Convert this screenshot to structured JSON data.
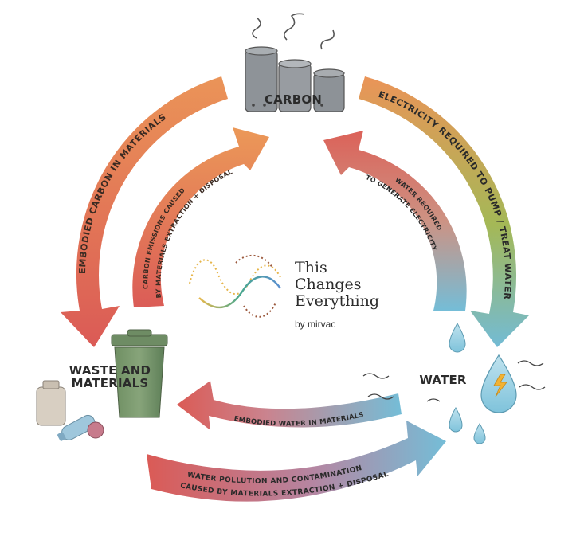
{
  "nodes": {
    "carbon": "CARBON",
    "water": "WATER",
    "waste_line1": "WASTE AND",
    "waste_line2": "MATERIALS"
  },
  "arrows": {
    "outer_left": "EMBODIED CARBON IN MATERIALS",
    "inner_left_line1": "CARBON EMISSIONS CAUSED",
    "inner_left_line2": "BY MATERIALS EXTRACTION + DISPOSAL",
    "outer_right": "ELECTRICITY REQUIRED TO PUMP / TREAT WATER",
    "inner_right_line1": "WATER REQUIRED",
    "inner_right_line2": "TO GENERATE ELECTRICITY",
    "inner_bottom": "EMBODIED WATER IN MATERIALS",
    "outer_bottom_line1": "WATER POLLUTION AND CONTAMINATION",
    "outer_bottom_line2": "CAUSED BY MATERIALS EXTRACTION + DISPOSAL"
  },
  "brand": {
    "line1": "This",
    "line2": "Changes",
    "line3": "Everything",
    "byline": "by mirvac"
  },
  "colors": {
    "orange": "#e8894a",
    "red": "#d9504a",
    "blue": "#6ab8d4",
    "green": "#8bb04a"
  }
}
